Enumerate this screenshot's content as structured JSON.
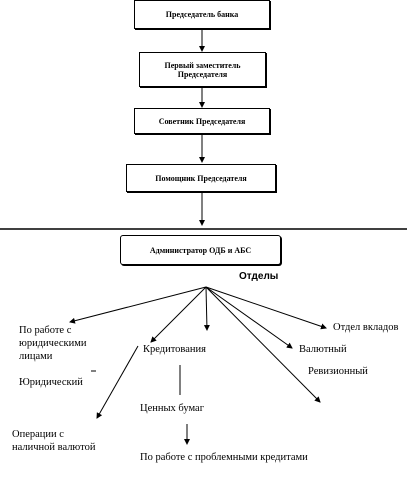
{
  "hierarchy": [
    {
      "id": "chairman",
      "label": "Председатель банка"
    },
    {
      "id": "first_deputy",
      "label": "Первый заместитель Председателя"
    },
    {
      "id": "advisor",
      "label": "Советник Председателя"
    },
    {
      "id": "assistant",
      "label": "Помощник Председателя"
    },
    {
      "id": "admin",
      "label": "Администратор ОДБ и АБС"
    }
  ],
  "departments_heading": "Отделы",
  "departments": [
    {
      "id": "legal_work",
      "label": "По работе с юридическими лицами"
    },
    {
      "id": "legal",
      "label": "Юридический"
    },
    {
      "id": "cash_ops",
      "label": "Операции с наличной валютой"
    },
    {
      "id": "credit",
      "label": "Кредитования"
    },
    {
      "id": "securities",
      "label": "Ценных бумаг"
    },
    {
      "id": "problem_loans",
      "label": "По работе с проблемными кредитами"
    },
    {
      "id": "currency",
      "label": "Валютный"
    },
    {
      "id": "audit",
      "label": "Ревизионный"
    },
    {
      "id": "deposits",
      "label": "Отдел вкладов"
    }
  ],
  "colors": {
    "line": "#000000",
    "background": "#ffffff"
  }
}
